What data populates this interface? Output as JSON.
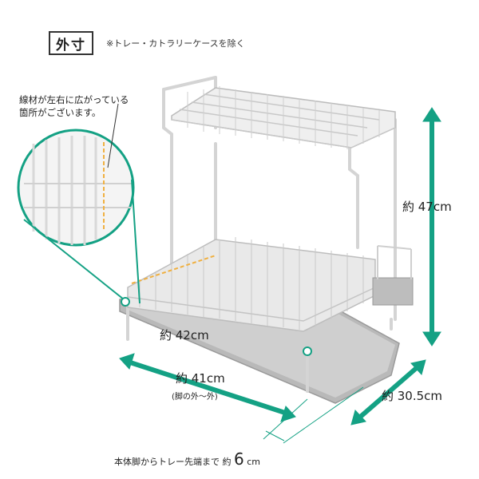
{
  "header": {
    "title": "外寸",
    "note": "※トレー・カトラリーケースを除く"
  },
  "callout": {
    "line1": "線材が左右に広がっている",
    "line2": "箇所がございます。"
  },
  "dimensions": {
    "height": "約 47cm",
    "inner_width": "約 42cm",
    "outer_width": "約 41cm",
    "outer_width_note": "(脚の外～外)",
    "depth": "約 30.5cm"
  },
  "footer": {
    "prefix": "本体脚からトレー先端まで 約 ",
    "value": "6",
    "unit": " cm"
  },
  "colors": {
    "accent": "#14a184",
    "wire": "#c8c8c8",
    "tray": "#9a9a9a",
    "dashed": "#f0b040"
  }
}
